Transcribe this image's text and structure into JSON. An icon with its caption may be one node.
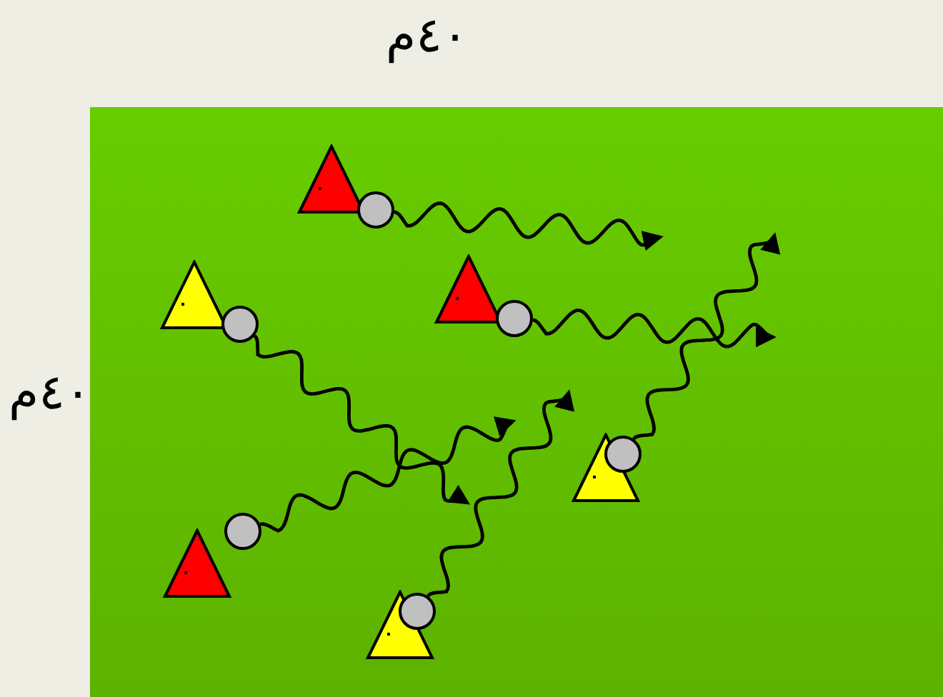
{
  "diagram": {
    "nodes": [
      {
        "text": [],
        "shape": "triangle"
      },
      {
        "text": [],
        "shape": "circle"
      },
      {
        "text": [],
        "shape": "triangle"
      },
      {
        "text": [],
        "shape": "circle"
      },
      {
        "text": [],
        "shape": "triangle"
      },
      {
        "text": [],
        "shape": "circle"
      },
      {
        "text": [],
        "shape": "triangle"
      },
      {
        "text": [],
        "shape": "circle"
      },
      {
        "text": [],
        "shape": "triangle"
      },
      {
        "text": [],
        "shape": "circle"
      },
      {
        "text": [],
        "shape": "triangle"
      },
      {
        "text": [],
        "shape": "circle"
      }
    ],
    "edges": [
      {
        "from": 1,
        "to": null,
        "arrow": "to"
      },
      {
        "from": 3,
        "to": null,
        "arrow": "to"
      },
      {
        "from": 5,
        "to": null,
        "arrow": "to"
      },
      {
        "from": 7,
        "to": null,
        "arrow": "to"
      },
      {
        "from": 9,
        "to": null,
        "arrow": "to"
      },
      {
        "from": 11,
        "to": null,
        "arrow": "to"
      }
    ],
    "labels": [
      "٤٠م",
      "٤٠م"
    ]
  }
}
